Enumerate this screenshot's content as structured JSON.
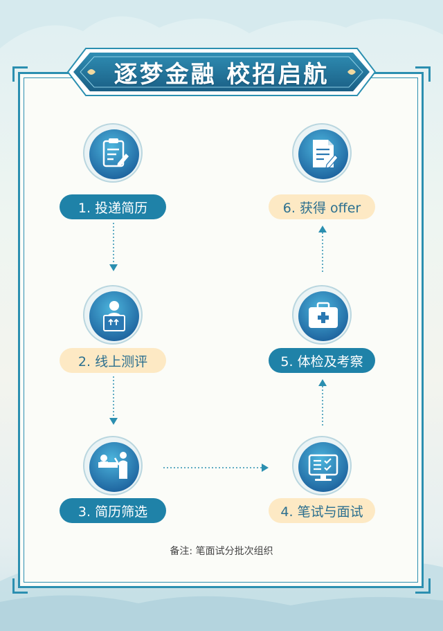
{
  "title": "逐梦金融 校招启航",
  "steps": [
    {
      "label": "1. 投递简历",
      "icon": "resume-clipboard-icon",
      "style": "blue"
    },
    {
      "label": "2. 线上测评",
      "icon": "online-assessment-icon",
      "style": "cream"
    },
    {
      "label": "3. 简历筛选",
      "icon": "screening-presentation-icon",
      "style": "blue"
    },
    {
      "label": "4. 笔试与面试",
      "icon": "computer-test-icon",
      "style": "cream"
    },
    {
      "label": "5. 体检及考察",
      "icon": "medical-kit-icon",
      "style": "blue"
    },
    {
      "label": "6. 获得 offer",
      "icon": "offer-document-icon",
      "style": "cream"
    }
  ],
  "note": "备注: 笔面试分批次组织",
  "colors": {
    "primary": "#1f82a8",
    "cream": "#fde9c4",
    "frame": "#2b8fb0",
    "banner": "#1c6f93"
  }
}
